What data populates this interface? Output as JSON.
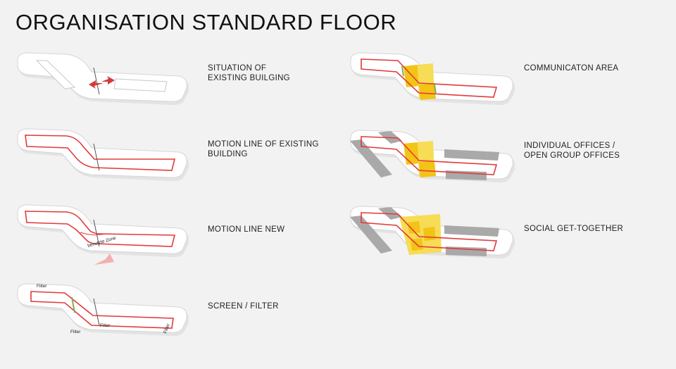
{
  "title": "ORGANISATION STANDARD FLOOR",
  "panels": [
    {
      "caption": "SITUATION OF\nEXISTING BUILGING"
    },
    {
      "caption": "MOTION LINE OF EXISTING\nBUILDING"
    },
    {
      "caption": "MOTION LINE NEW",
      "annotation": "benutzte Zone"
    },
    {
      "caption": "SCREEN / FILTER",
      "annotations": [
        "Filter",
        "Filter",
        "Filter",
        "Filter"
      ]
    },
    {
      "caption": "COMMUNICATON AREA"
    },
    {
      "caption": "INDIVIDUAL OFFICES /\nOPEN GROUP OFFICES"
    },
    {
      "caption": "SOCIAL GET-TOGETHER"
    }
  ],
  "colors": {
    "motion_line": "#e23a3a",
    "communication": "#f3c316",
    "offices": "#a9a9a9",
    "arrow": "#f0a0a0"
  }
}
